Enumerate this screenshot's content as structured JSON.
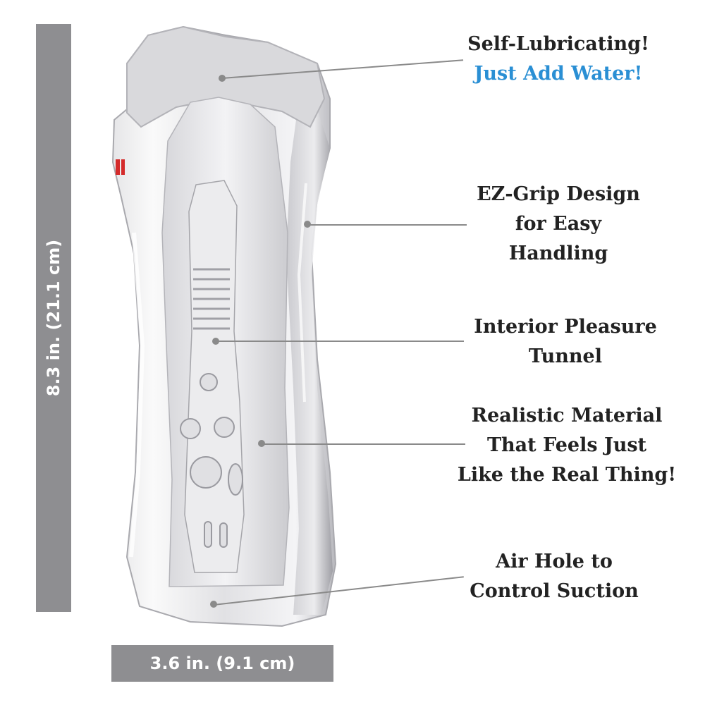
{
  "dimensions": {
    "height": "8.3 in. (21.1 cm)",
    "width": "3.6 in. (9.1 cm)",
    "bar_color": "#8e8e91"
  },
  "features": [
    {
      "lines": [
        "Self-Lubricating!",
        "Just Add Water!"
      ],
      "accent_line": 1,
      "accent_color": "#2a8fd4"
    },
    {
      "lines": [
        "EZ-Grip Design",
        "for Easy",
        "Handling"
      ]
    },
    {
      "lines": [
        "Interior Pleasure",
        "Tunnel"
      ]
    },
    {
      "lines": [
        "Realistic Material",
        "That Feels Just",
        "Like the Real Thing!"
      ]
    },
    {
      "lines": [
        "Air Hole to",
        "Control Suction"
      ]
    }
  ],
  "product_icon": "clear-sleeve-illustration",
  "callout_color": "#8a8a8a"
}
